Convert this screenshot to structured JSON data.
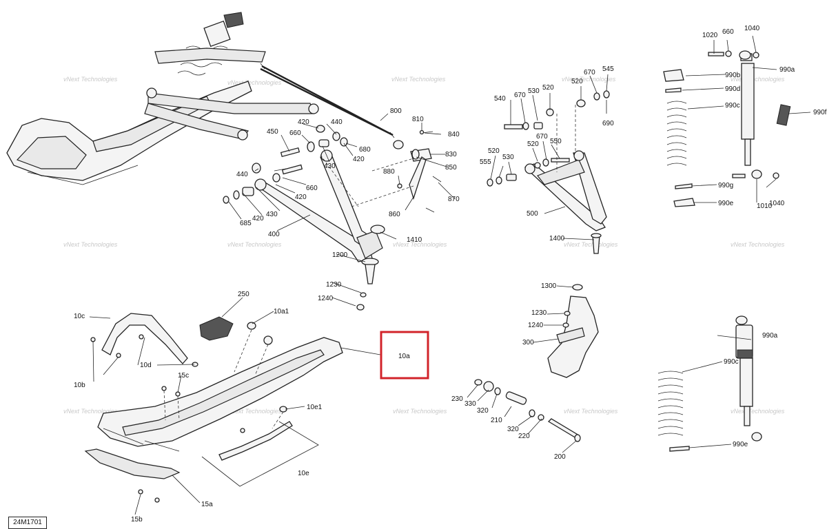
{
  "diagram_code": "24M1701",
  "watermark": "vNext Technologies",
  "highlight_target": "10a",
  "labels": {
    "l800": "800",
    "l810": "810",
    "l840": "840",
    "l830": "830",
    "l850": "850",
    "l880": "880",
    "l870": "870",
    "l860": "860",
    "l450": "450",
    "l660a": "660",
    "l420a": "420",
    "l440a": "440",
    "l680": "680",
    "l430a": "430",
    "l420b": "420",
    "l440b": "440",
    "l660b": "660",
    "l420c": "420",
    "l430b": "430",
    "l420d": "420",
    "l685": "685",
    "l400": "400",
    "l1410": "1410",
    "l1200": "1200",
    "l1230a": "1230",
    "l1240a": "1240",
    "l540": "540",
    "l670a": "670",
    "l530a": "530",
    "l520a": "520",
    "l520b": "520",
    "l670b": "670",
    "l545": "545",
    "l690": "690",
    "l520c": "520",
    "l555": "555",
    "l530b": "530",
    "l520d": "520",
    "l670c": "670",
    "l550": "550",
    "l500": "500",
    "l1400": "1400",
    "l1300": "1300",
    "l1230b": "1230",
    "l1240b": "1240",
    "l300": "300",
    "l1020": "1020",
    "l660c": "660",
    "l1040a": "1040",
    "l990b": "990b",
    "l990a1": "990a",
    "l990d": "990d",
    "l990c1": "990c",
    "l990f": "990f",
    "l990g": "990g",
    "l990e1": "990e",
    "l1010": "1010",
    "l1040b": "1040",
    "l250": "250",
    "l10c": "10c",
    "l10a1": "10a1",
    "l10a": "10a",
    "l10d": "10d",
    "l10b": "10b",
    "l15c": "15c",
    "l10e1": "10e1",
    "l10e": "10e",
    "l15a": "15a",
    "l15b": "15b",
    "l230": "230",
    "l330": "330",
    "l320a": "320",
    "l210": "210",
    "l320b": "320",
    "l220": "220",
    "l200": "200",
    "l990a2": "990a",
    "l990c2": "990c",
    "l990e2": "990e"
  }
}
